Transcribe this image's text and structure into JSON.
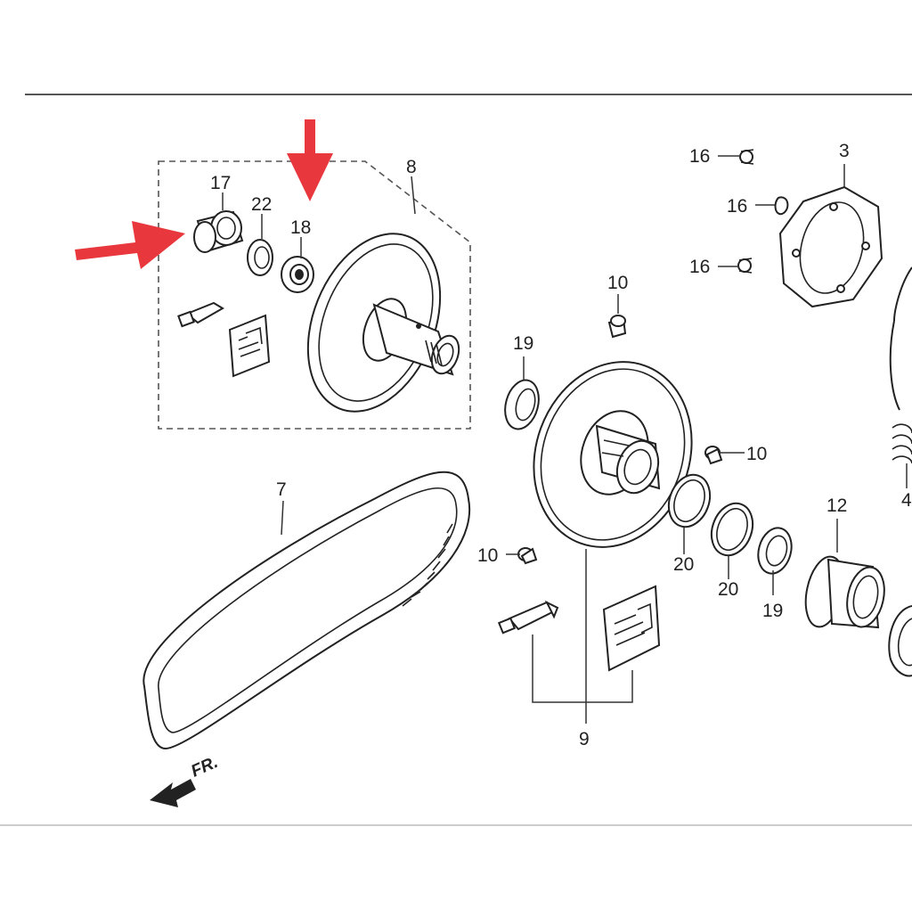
{
  "diagram": {
    "labels": {
      "p17": "17",
      "p22": "22",
      "p18": "18",
      "p8": "8",
      "p16a": "16",
      "p16b": "16",
      "p16c": "16",
      "p3": "3",
      "p10a": "10",
      "p10b": "10",
      "p10c": "10",
      "p19a": "19",
      "p19b": "19",
      "p7": "7",
      "p20a": "20",
      "p20b": "20",
      "p12": "12",
      "p9": "9",
      "p4": "4"
    },
    "direction_label": "FR.",
    "colors": {
      "highlight_arrow": "#e8383d",
      "line": "#222222"
    }
  }
}
